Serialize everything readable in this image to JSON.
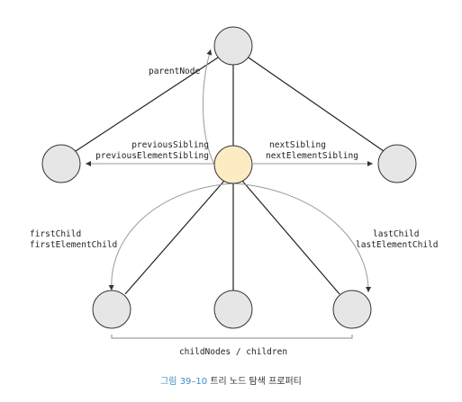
{
  "nodes": {
    "parent": {
      "color": "#e6e6e6"
    },
    "previous_sibling": {
      "color": "#e6e6e6"
    },
    "current": {
      "color": "#fdebc4"
    },
    "next_sibling": {
      "color": "#e6e6e6"
    },
    "first_child": {
      "color": "#e6e6e6"
    },
    "middle_child": {
      "color": "#e6e6e6"
    },
    "last_child": {
      "color": "#e6e6e6"
    }
  },
  "labels": {
    "parent_node": "parentNode",
    "previous_sibling": "previousSibling",
    "previous_element_sibling": "previousElementSibling",
    "next_sibling": "nextSibling",
    "next_element_sibling": "nextElementSibling",
    "first_child": "firstChild",
    "first_element_child": "firstElementChild",
    "last_child": "lastChild",
    "last_element_child": "lastElementChild",
    "child_nodes": "childNodes / children"
  },
  "caption": {
    "figure_number": "그림 39–10",
    "text": "트리 노드 탐색 프로퍼티"
  }
}
